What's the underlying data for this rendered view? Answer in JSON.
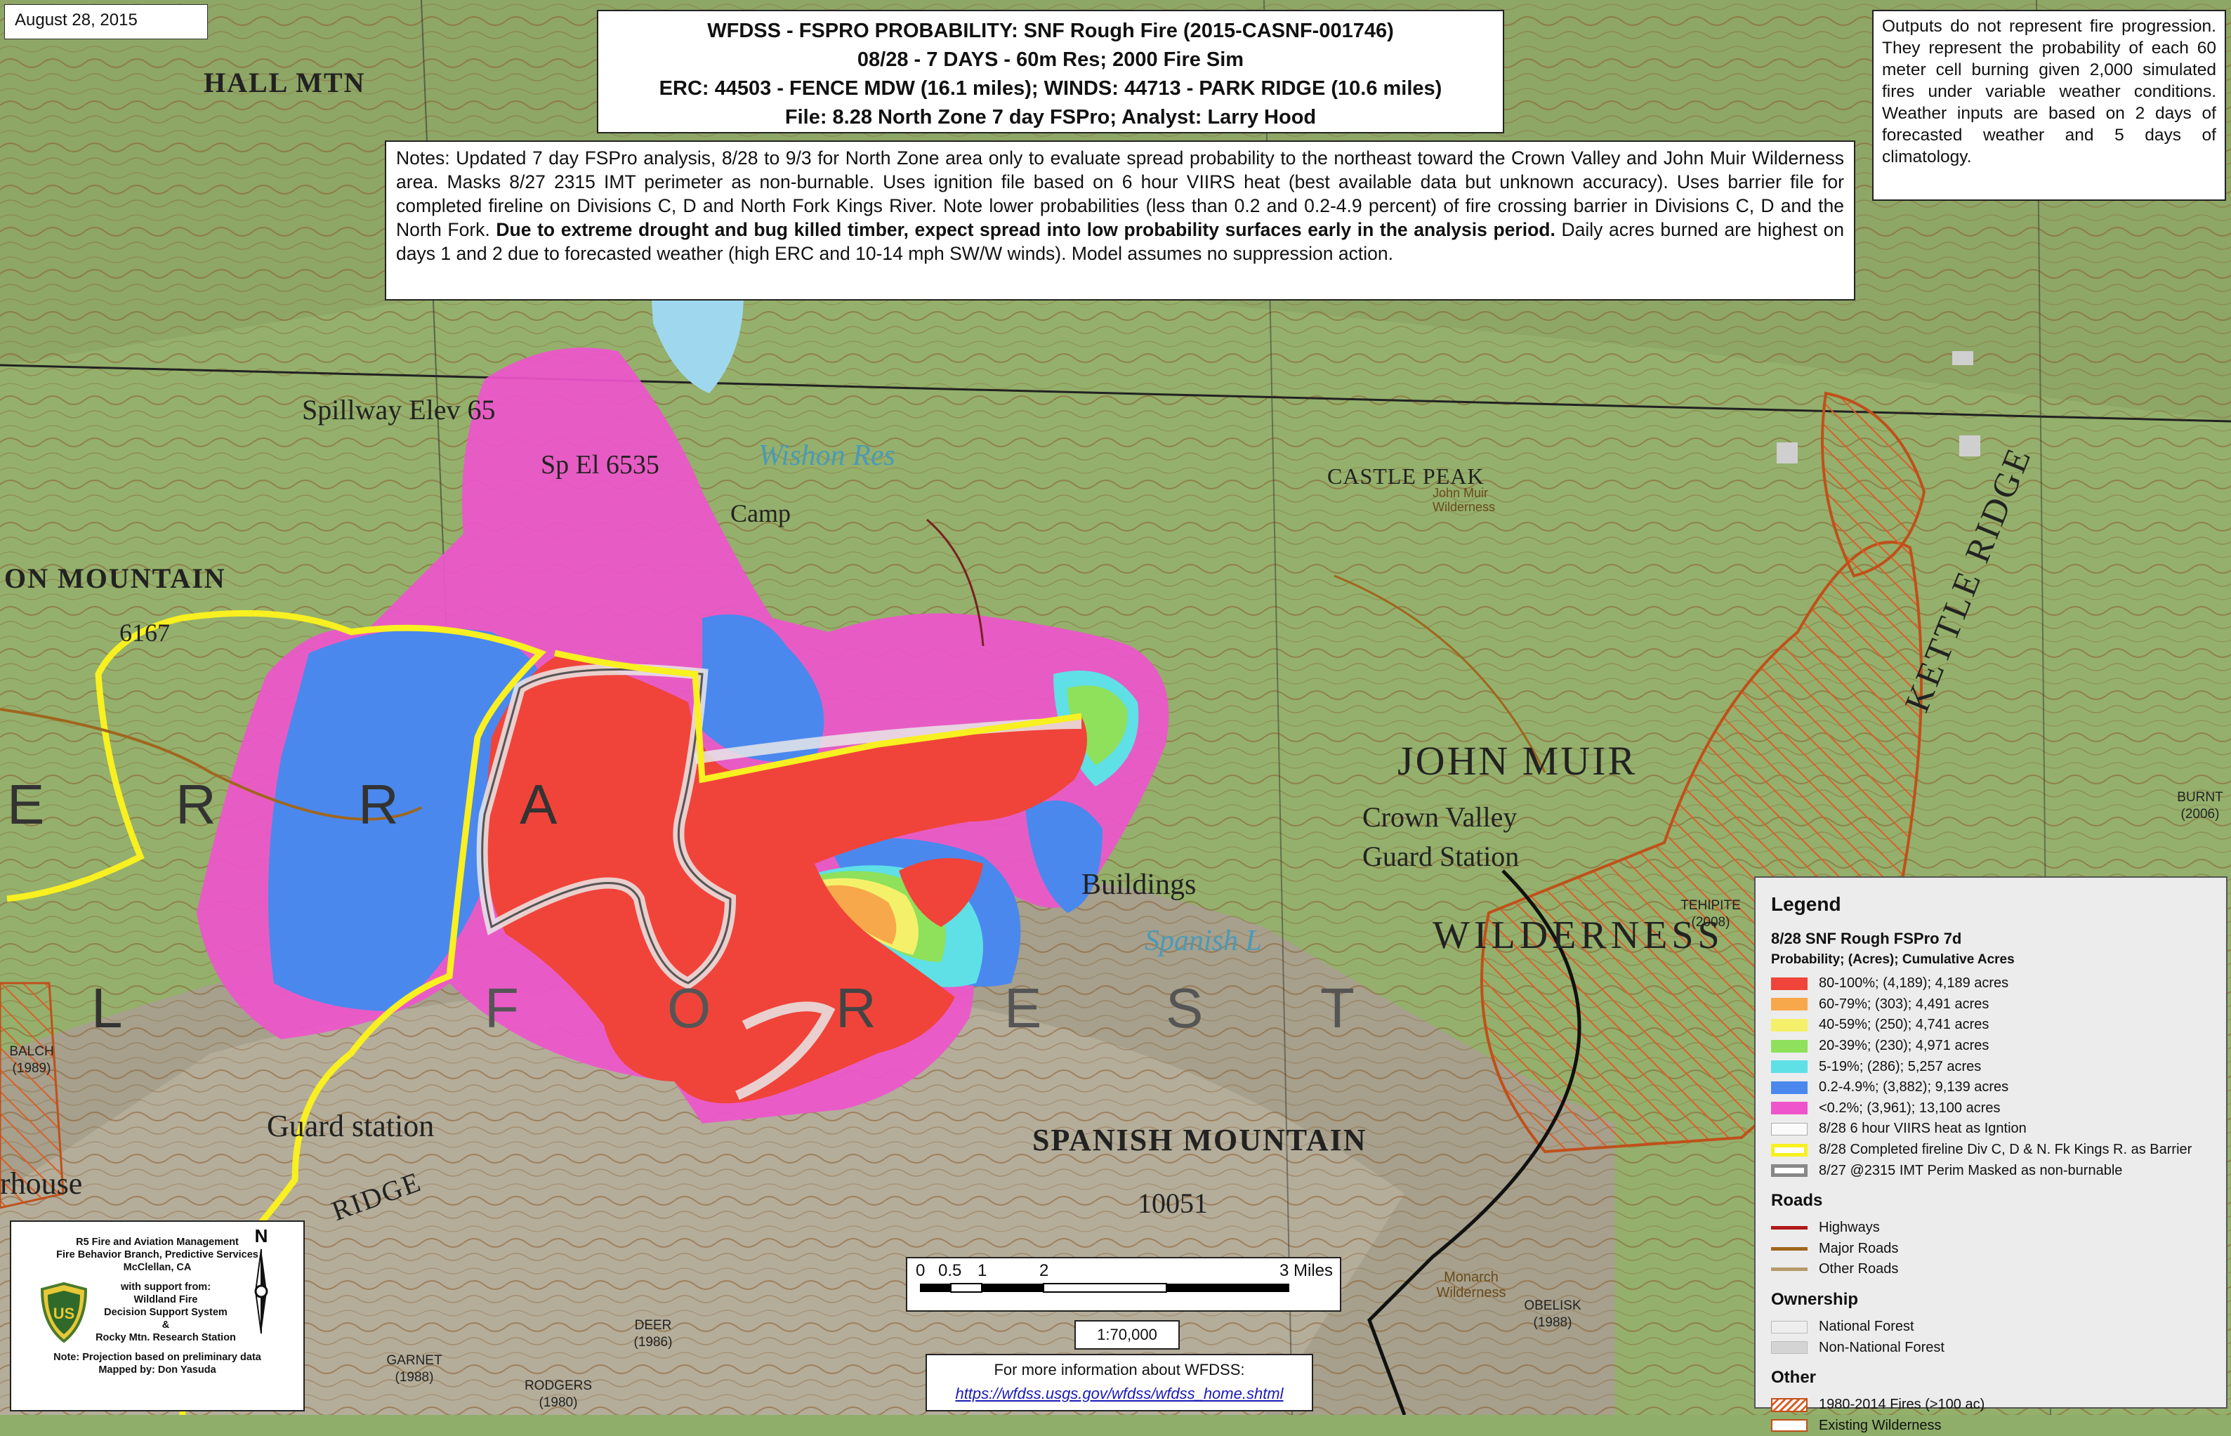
{
  "date": "August 28, 2015",
  "title": {
    "line1": "WFDSS - FSPRO PROBABILITY:  SNF Rough Fire (2015-CASNF-001746)",
    "line2": "08/28 - 7 DAYS - 60m Res; 2000 Fire Sim",
    "line3": "ERC: 44503 - FENCE MDW (16.1 miles); WINDS: 44713 - PARK RIDGE (10.6 miles)",
    "line4": "File: 8.28 North Zone 7 day FSPro; Analyst: Larry Hood"
  },
  "notes": {
    "part1": "Notes: Updated 7 day FSPro analysis, 8/28 to 9/3 for North Zone area only to evaluate spread probability to the northeast toward the Crown Valley and John Muir Wilderness area. Masks 8/27 2315 IMT perimeter as non-burnable. Uses ignition file based on 6 hour VIIRS heat (best available data but unknown accuracy). Uses barrier file for completed fireline on Divisions C, D and North Fork Kings River. Note lower probabilities (less than 0.2 and 0.2-4.9 percent) of fire crossing barrier in Divisions C, D and the North Fork. ",
    "bold": "Due to extreme drought and bug killed timber, expect spread into low probability surfaces early in the analysis period.",
    "part2": " Daily acres burned are highest on days 1 and 2 due to forecasted weather (high ERC and 10-14 mph SW/W winds). Model assumes no suppression action."
  },
  "outputs": "Outputs do not represent fire progression. They represent the probability of each 60 meter cell burning given 2,000 simulated fires under variable weather conditions. Weather inputs are based on 2 days of forecasted weather and 5 days of climatology.",
  "legend": {
    "title": "Legend",
    "subtitle": "8/28 SNF Rough FSPro 7d",
    "prob_header": "Probability; (Acres); Cumulative Acres",
    "probability": [
      {
        "label": "80-100%; (4,189); 4,189 acres",
        "color": "#f0443a"
      },
      {
        "label": "60-79%; (303); 4,491 acres",
        "color": "#f7a84a"
      },
      {
        "label": "40-59%; (250); 4,741 acres",
        "color": "#f5f06a"
      },
      {
        "label": "20-39%; (230); 4,971 acres",
        "color": "#8fe05a"
      },
      {
        "label": "5-19%; (286); 5,257 acres",
        "color": "#5ee0e6"
      },
      {
        "label": "0.2-4.9%; (3,882); 9,139 acres",
        "color": "#4a88ee"
      },
      {
        "label": "<0.2%; (3,961); 13,100 acres",
        "color": "#ee55cc"
      }
    ],
    "ignition": "8/28 6 hour VIIRS heat as Igntion",
    "barrier": "8/28 Completed fireline Div C, D & N. Fk Kings R. as Barrier",
    "mask": "8/27 @2315 IMT Perim Masked as non-burnable",
    "roads_header": "Roads",
    "roads": [
      {
        "label": "Highways",
        "color": "#b01818"
      },
      {
        "label": "Major Roads",
        "color": "#a0661e"
      },
      {
        "label": "Other Roads",
        "color": "#b59a6a"
      }
    ],
    "ownership_header": "Ownership",
    "ownership": [
      {
        "label": "National Forest",
        "color": "#eeeeee"
      },
      {
        "label": "Non-National Forest",
        "color": "#d4d4d4"
      }
    ],
    "other_header": "Other",
    "fires_label": "1980-2014 Fires (>100 ac)",
    "wilderness_label": "Existing Wilderness"
  },
  "credit": {
    "line1": "R5 Fire and Aviation Management",
    "line2": "Fire Behavior Branch, Predictive Services",
    "line3": "McClellan, CA",
    "line4": "with support from:",
    "line5": "Wildland Fire",
    "line6": "Decision Support System",
    "line7": "&",
    "line8": "Rocky Mtn. Research Station",
    "note1": "Note: Projection based on preliminary data",
    "note2": "Mapped by: Don Yasuda"
  },
  "scale": {
    "ticks": [
      "0",
      "0.5",
      "1",
      "2",
      "3 Miles"
    ],
    "ratio": "1:70,000"
  },
  "info": {
    "line1": "For more information about WFDSS:",
    "link": "https://wfdss.usgs.gov/wfdss/wfdss_home.shtml"
  },
  "map_labels": {
    "hall_mtn": "HALL MTN",
    "spillway": "Spillway Elev 65",
    "sp_el": "Sp El 6535",
    "wishon": "Wishon Res",
    "camp": "Camp",
    "castle_peak": "CASTLE PEAK",
    "john_muir_wild": "John Muir Wilderness",
    "on_mountain": "ON MOUNTAIN",
    "elev_6167": "6167",
    "john_muir": "JOHN MUIR",
    "crown_valley": "Crown Valley",
    "guard_station": "Guard Station",
    "buildings": "Buildings",
    "spanish": "Spanish L",
    "wilderness": "WILDERNESS",
    "kettle_ridge": "KETTLE RIDGE",
    "burnt": "BURNT (2006)",
    "tehipite": "TEHIPITE (2008)",
    "balch": "BALCH (1989)",
    "spanish_mountain": "SPANISH MOUNTAIN",
    "elev_10051": "10051",
    "monarch": "Monarch Wilderness",
    "obelisk": "OBELISK (1988)",
    "deer": "DEER (1986)",
    "garnet": "GARNET (1988)",
    "rodgers": "RODGERS (1980)",
    "guard_station_low": "Guard station",
    "ridge": "RIDGE",
    "house": "rhouse",
    "letters": [
      "R",
      "R",
      "A",
      "F",
      "O",
      "R",
      "E",
      "S",
      "T",
      "L",
      "E"
    ]
  }
}
